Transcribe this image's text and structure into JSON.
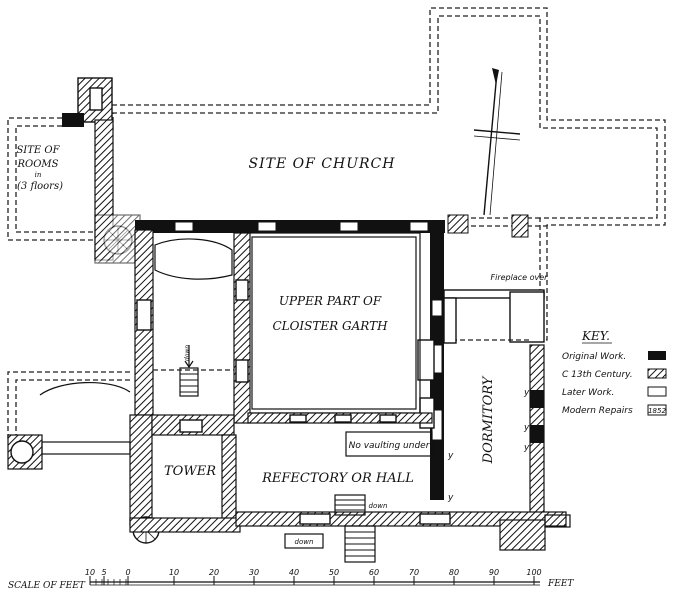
{
  "labels": {
    "site_of_rooms": [
      "SITE OF",
      "ROOMS",
      "in",
      "(3 floors)"
    ],
    "site_of_church": "SITE OF CHURCH",
    "upper_cloister": [
      "UPPER PART OF",
      "CLOISTER GARTH"
    ],
    "dormitory": "DORMITORY",
    "tower": "TOWER",
    "refectory": "REFECTORY OR HALL",
    "no_vaulting": "No vaulting under",
    "fireplace": "Fireplace over",
    "down_stair": "down",
    "down_entry": "down",
    "down_cellar": "down",
    "y_marks": [
      "y",
      "y",
      "y",
      "y",
      "y"
    ]
  },
  "key": {
    "title": "KEY.",
    "entries": [
      {
        "label": "Original Work.",
        "swatch": "solid"
      },
      {
        "label": "C 13th Century.",
        "swatch": "hatched"
      },
      {
        "label": "Later Work.",
        "swatch": "empty"
      },
      {
        "label": "Modern Repairs",
        "swatch": "date",
        "swatch_text": "1852"
      }
    ]
  },
  "scale": {
    "title": "SCALE OF FEET",
    "unit": "FEET",
    "ticks": [
      "10",
      "5",
      "0",
      "10",
      "20",
      "30",
      "40",
      "50",
      "60",
      "70",
      "80",
      "90",
      "100"
    ]
  },
  "colors": {
    "ink": "#111111",
    "paper": "#ffffff"
  }
}
